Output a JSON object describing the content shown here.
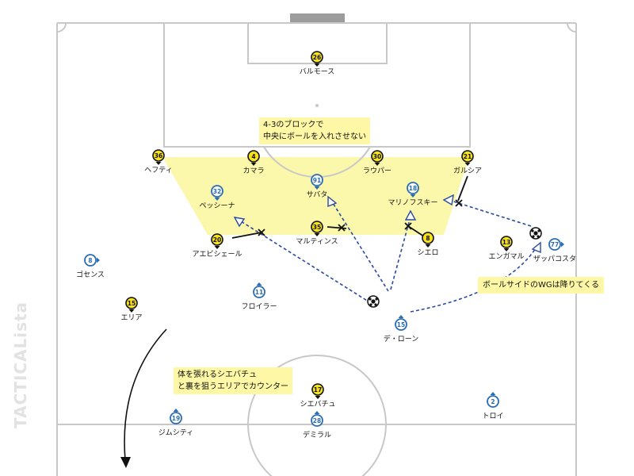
{
  "annotations": {
    "block": [
      "4-3のブロックで",
      "中央にボールを入れさせない"
    ],
    "winger": "ボールサイドのWGは降りてくる",
    "counter": [
      "体を張れるシエバチュ",
      "と裏を狙うエリアでカウンター"
    ]
  },
  "watermark": "TACTICALista",
  "colors": {
    "yellow_team": "#f6e11c",
    "blue_team": "#2a6db5",
    "block_zone": "#fbf7ab",
    "pass_line": "#2a4aa0"
  },
  "players": [
    {
      "id": "y26",
      "team": "yellow",
      "number": "26",
      "name": "バルモース"
    },
    {
      "id": "y36",
      "team": "yellow",
      "number": "36",
      "name": "ヘフティ"
    },
    {
      "id": "y4",
      "team": "yellow",
      "number": "4",
      "name": "カマラ"
    },
    {
      "id": "y30",
      "team": "yellow",
      "number": "30",
      "name": "ラウパー"
    },
    {
      "id": "y21",
      "team": "yellow",
      "number": "21",
      "name": "ガルシア"
    },
    {
      "id": "y20",
      "team": "yellow",
      "number": "20",
      "name": "アエビシェール"
    },
    {
      "id": "y35",
      "team": "yellow",
      "number": "35",
      "name": "マルティンス"
    },
    {
      "id": "y8",
      "team": "yellow",
      "number": "8",
      "name": "シエロ"
    },
    {
      "id": "y13",
      "team": "yellow",
      "number": "13",
      "name": "エンガマル"
    },
    {
      "id": "y15",
      "team": "yellow",
      "number": "15",
      "name": "エリア"
    },
    {
      "id": "y17",
      "team": "yellow",
      "number": "17",
      "name": "シエバチュ"
    },
    {
      "id": "b91",
      "team": "blue",
      "number": "91",
      "name": "サバタ"
    },
    {
      "id": "b32",
      "team": "blue",
      "number": "32",
      "name": "ペッシーナ"
    },
    {
      "id": "b18",
      "team": "blue",
      "number": "18",
      "name": "マリノフスキー"
    },
    {
      "id": "b77",
      "team": "blue",
      "number": "77",
      "name": "ザッパコスタ"
    },
    {
      "id": "b8",
      "team": "blue",
      "number": "8",
      "name": "ゴセンス"
    },
    {
      "id": "b11",
      "team": "blue",
      "number": "11",
      "name": "フロイラー"
    },
    {
      "id": "b15",
      "team": "blue",
      "number": "15",
      "name": "デ・ローン"
    },
    {
      "id": "b19",
      "team": "blue",
      "number": "19",
      "name": "ジムシティ"
    },
    {
      "id": "b28",
      "team": "blue",
      "number": "28",
      "name": "デミラル"
    },
    {
      "id": "b2",
      "team": "blue",
      "number": "2",
      "name": "トロイ"
    }
  ]
}
